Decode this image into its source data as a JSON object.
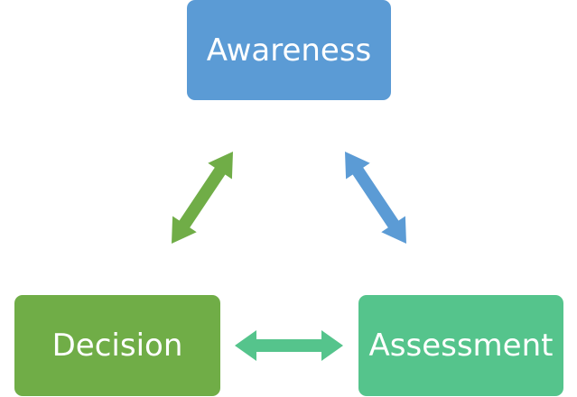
{
  "nodes": {
    "awareness": {
      "label": "Awareness",
      "color": "#5b9bd5"
    },
    "decision": {
      "label": "Decision",
      "color": "#70ad47"
    },
    "assessment": {
      "label": "Assessment",
      "color": "#55c48c"
    }
  },
  "connectors": {
    "awareness_decision": {
      "color": "#70ad47"
    },
    "awareness_assessment": {
      "color": "#5b9bd5"
    },
    "decision_assessment": {
      "color": "#55c48c"
    }
  }
}
